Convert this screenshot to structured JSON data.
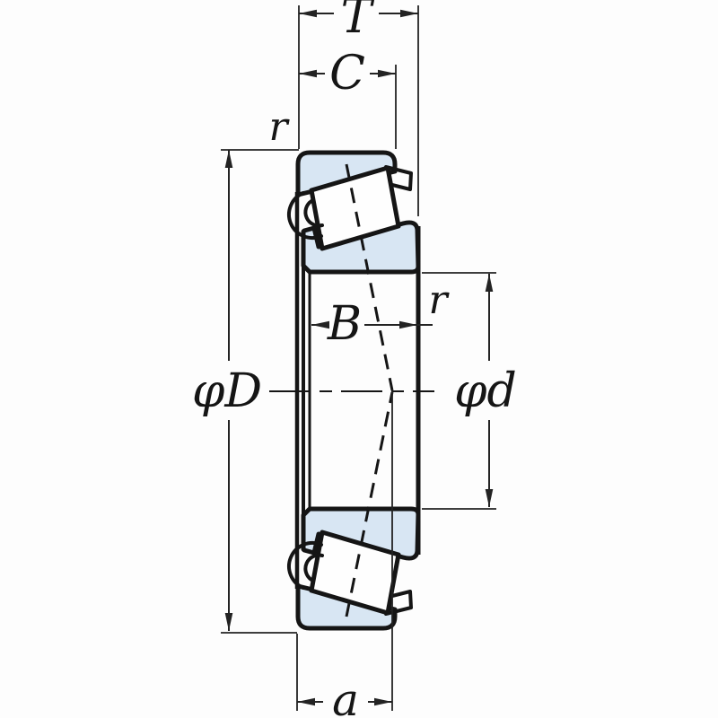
{
  "title": "Tapered roller bearing cross-section dimension diagram",
  "diagram": {
    "kind": "technical-drawing",
    "subject": "tapered-roller-bearing-cross-section",
    "labels": {
      "total_width": "T",
      "cup_width": "C",
      "cone_width": "B",
      "outer_diameter": "φD",
      "bore_diameter": "φd",
      "load_center_distance": "a",
      "outer_ring_chamfer": "r",
      "inner_ring_chamfer": "r"
    },
    "colors": {
      "ring_fill": "#d8e6f3",
      "outline": "#151515",
      "dimension_line": "#232323",
      "background": "#fdfdfd"
    }
  }
}
